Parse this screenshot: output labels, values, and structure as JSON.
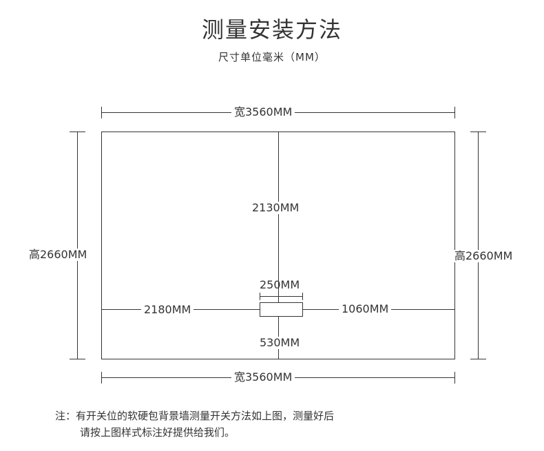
{
  "title": "测量安装方法",
  "subtitle": "尺寸单位毫米（MM）",
  "dimensions": {
    "width_top": "宽3560MM",
    "width_bottom": "宽3560MM",
    "height_left": "高2660MM",
    "height_right": "高2660MM",
    "switch_top": "2130MM",
    "switch_width": "250MM",
    "switch_left": "2180MM",
    "switch_right": "1060MM",
    "switch_bottom": "530MM"
  },
  "note": {
    "line1": "注：有开关位的软硬包背景墙测量开关方法如上图，测量好后",
    "line2": "请按上图样式标注好提供给我们。"
  },
  "colors": {
    "line": "#333333",
    "text": "#333333",
    "background": "#ffffff"
  }
}
